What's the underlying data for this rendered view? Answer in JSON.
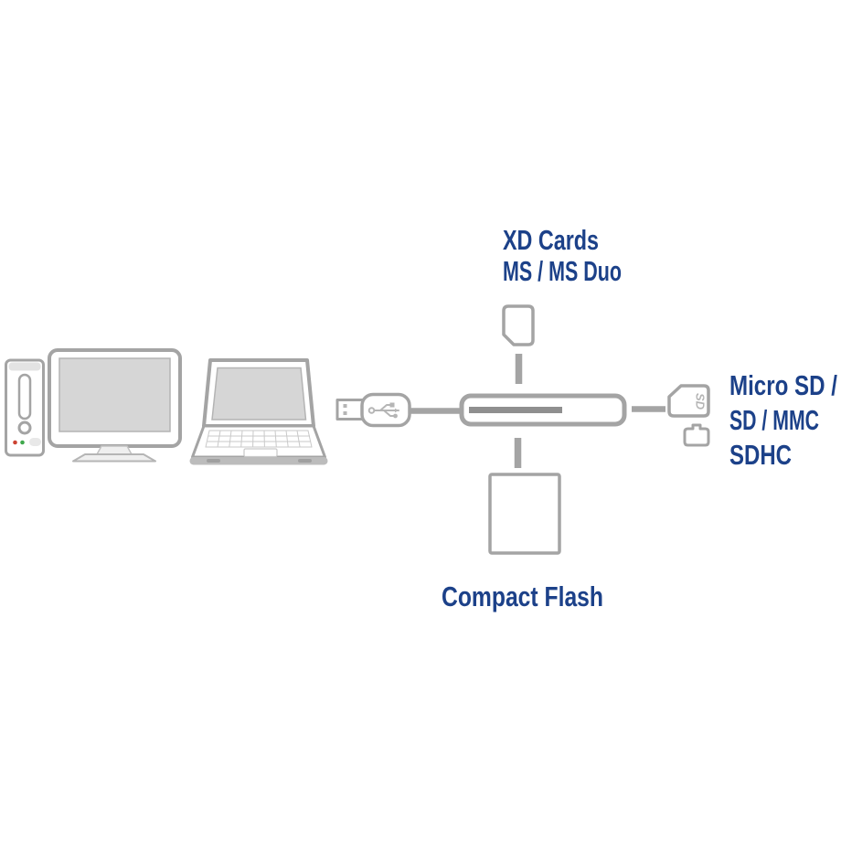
{
  "colors": {
    "label_blue": "#1c4189",
    "outline_gray": "#a4a4a4",
    "screen_gray": "#d6d6d6",
    "slot_gray": "#8f8f8f",
    "usb_gray": "#b5b5b5",
    "key_gray": "#c9c9c9",
    "led_red": "#cc4433",
    "led_green": "#3fa84c"
  },
  "diagram": {
    "source_devices": [
      {
        "icon": "desktop-pc-icon"
      },
      {
        "icon": "laptop-icon"
      }
    ],
    "connection": {
      "icon": "usb-plug-icon"
    },
    "reader": {
      "icon": "card-reader-icon"
    },
    "slots": [
      {
        "position": "top",
        "icon": "memory-card-icon",
        "label_lines": [
          "XD Cards",
          "MS / MS Duo"
        ]
      },
      {
        "position": "right",
        "icon": "sd-card-icon",
        "card_marking": "SD",
        "label_lines": [
          "Micro SD /",
          "SD / MMC",
          "SDHC"
        ]
      },
      {
        "position": "bottom",
        "icon": "compact-flash-icon",
        "label_lines": [
          "Compact Flash"
        ]
      }
    ]
  }
}
